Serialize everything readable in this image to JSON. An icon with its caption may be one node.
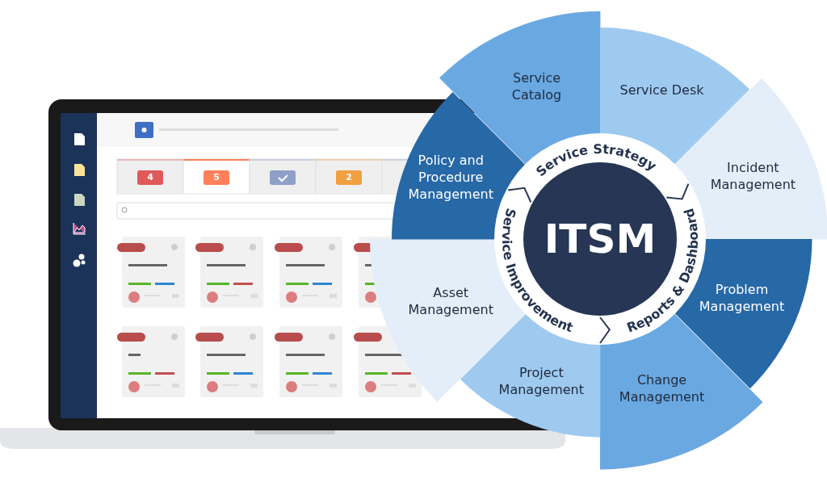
{
  "diagram": {
    "nodes": [
      {
        "text": [
          "Service Catalog"
        ]
      },
      {
        "text": [
          "Service Desk"
        ]
      },
      {
        "text": [
          "Incident Management"
        ]
      },
      {
        "text": [
          "Problem Management"
        ]
      },
      {
        "text": [
          "Change Management"
        ]
      },
      {
        "text": [
          "Project Management"
        ]
      },
      {
        "text": [
          "Asset Management"
        ]
      },
      {
        "text": [
          "Policy and Procedure Management"
        ]
      },
      {
        "text": [
          "ITSM"
        ]
      }
    ],
    "labels": [
      "4",
      "5",
      "2",
      "Service Strategy",
      "Service Improvement",
      "Reports & Dashboard"
    ]
  }
}
